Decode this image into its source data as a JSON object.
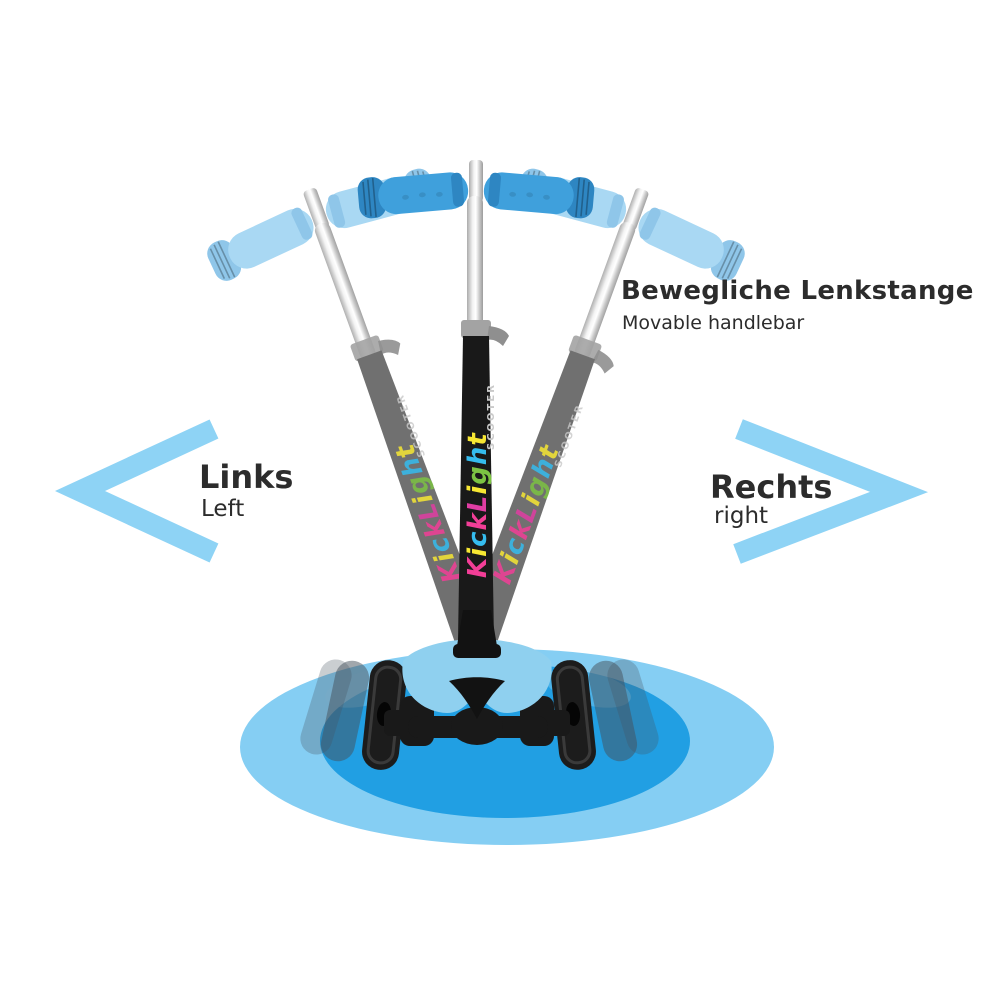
{
  "title": {
    "de": "Bewegliche Lenkstange",
    "en": "Movable handlebar"
  },
  "directions": {
    "left": {
      "primary": "Links",
      "secondary": "Left"
    },
    "right": {
      "primary": "Rechts",
      "secondary": "right"
    }
  },
  "brand": {
    "name": "KickLight",
    "sub": "SCOOTER",
    "letters": [
      {
        "ch": "K",
        "color": "#F23E97"
      },
      {
        "ch": "i",
        "color": "#F7E733"
      },
      {
        "ch": "c",
        "color": "#35BCEE"
      },
      {
        "ch": "k",
        "color": "#F23E97"
      },
      {
        "ch": "L",
        "color": "#E03DA3"
      },
      {
        "ch": "i",
        "color": "#F7E733"
      },
      {
        "ch": "g",
        "color": "#7CC343"
      },
      {
        "ch": "h",
        "color": "#35BCEE"
      },
      {
        "ch": "t",
        "color": "#F7E733"
      }
    ]
  },
  "colors": {
    "arrow": "#8ED3F5",
    "ellipse_outer": "#85CEF3",
    "ellipse_inner": "#219FE3",
    "deck": "#8FD0EF",
    "grip_main": "#3FA0DC",
    "grip_ghost": "#A9D8F3",
    "text": "#2c2c2c"
  }
}
